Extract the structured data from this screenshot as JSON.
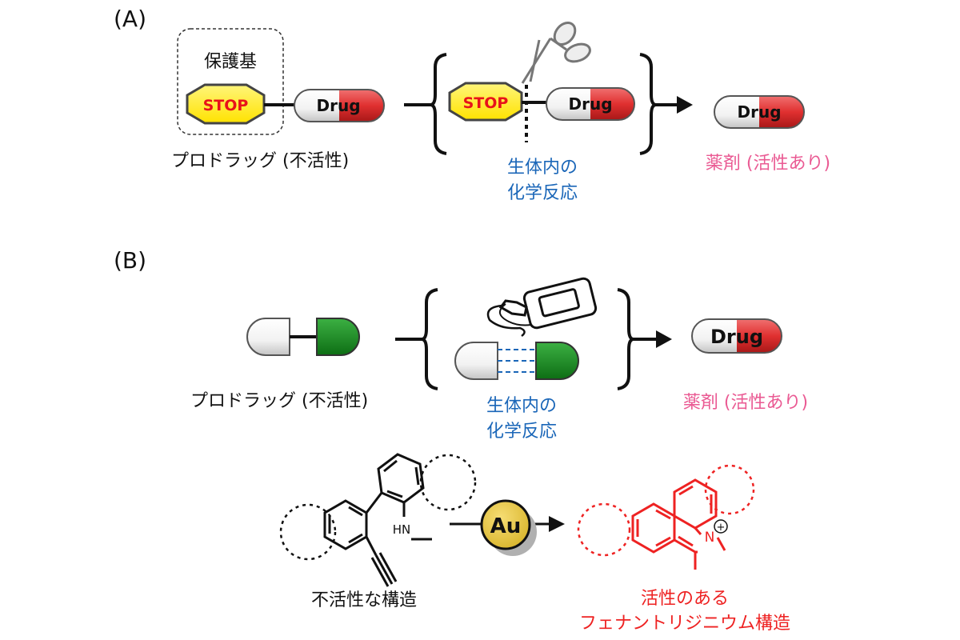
{
  "panel_a": {
    "label": "(A)",
    "protecting_group_label": "保護基",
    "stop_text": "STOP",
    "drug_text": "Drug",
    "prodrug_caption": "プロドラッグ (不活性)",
    "reaction_caption_line1": "生体内の",
    "reaction_caption_line2": "化学反応",
    "product_caption": "薬剤 (活性あり)"
  },
  "panel_b": {
    "label": "(B)",
    "drug_text": "Drug",
    "prodrug_caption": "プロドラッグ (不活性)",
    "reaction_caption_line1": "生体内の",
    "reaction_caption_line2": "化学反応",
    "product_caption": "薬剤 (活性あり)"
  },
  "scheme": {
    "catalyst": "Au",
    "amine_label": "HN",
    "nitrogen_label": "N",
    "charge": "+",
    "reactant_caption": "不活性な構造",
    "product_caption_line1": "活性のある",
    "product_caption_line2": "フェナントリジニウム構造"
  },
  "colors": {
    "stop_fill": "#ffee00",
    "stop_text": "#e8121a",
    "drug_red": "#e03030",
    "green": "#17911f",
    "blue_text": "#1a66b8",
    "pink_text": "#ea5a93",
    "red_structure": "#ee2222"
  }
}
